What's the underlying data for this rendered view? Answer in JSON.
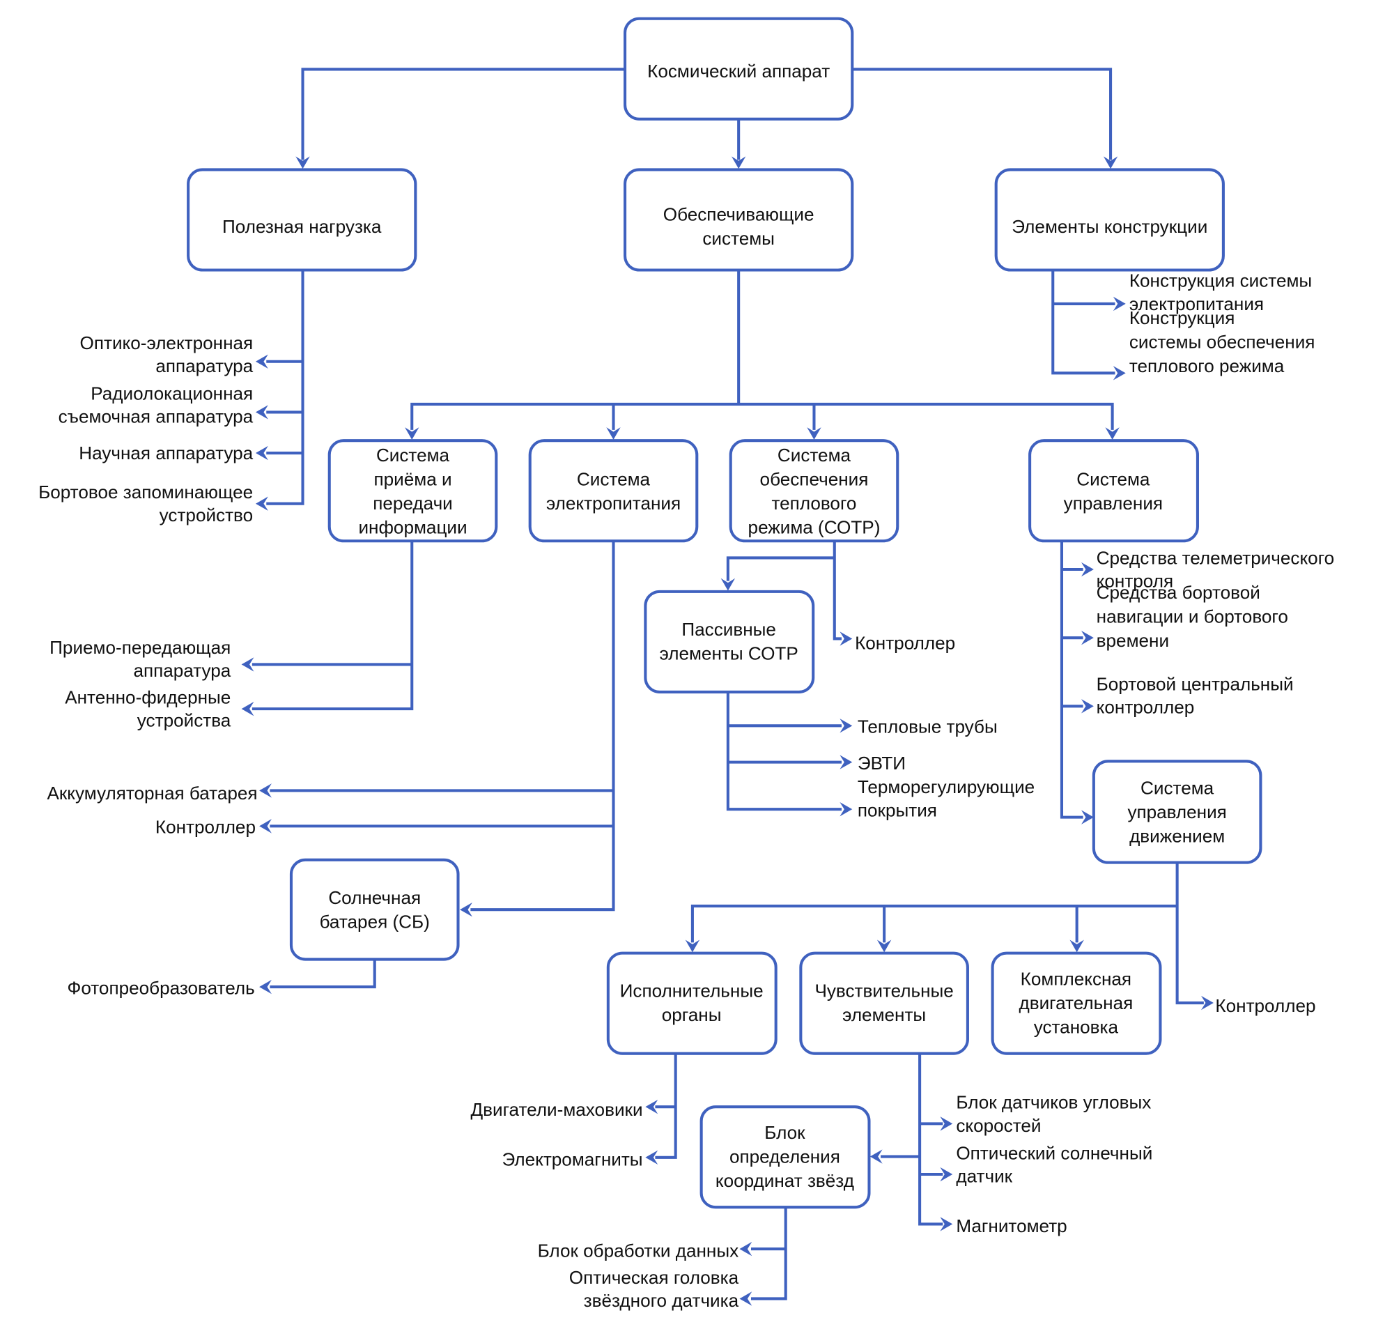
{
  "diagram": {
    "title": "Космический аппарат",
    "colors": {
      "line": "#3f61bf",
      "text": "#111111",
      "background": "#ffffff"
    },
    "level1": {
      "payload": {
        "label": [
          "Полезная нагрузка"
        ],
        "children": [
          [
            "Оптико-электронная",
            "аппаратура"
          ],
          [
            "Радиолокационная",
            "съемочная аппаратура"
          ],
          [
            "Научная аппаратура"
          ],
          [
            "Бортовое запоминающее",
            "устройство"
          ]
        ]
      },
      "support": {
        "label": [
          "Обеспечивающие",
          "системы"
        ]
      },
      "structure": {
        "label": [
          "Элементы конструкции"
        ],
        "children": [
          [
            "Конструкция системы",
            "электропитания"
          ],
          [
            "Конструкция",
            "системы обеспечения",
            "теплового режима"
          ]
        ]
      }
    },
    "support_systems": {
      "comms": {
        "label": [
          "Система",
          "приёма  и",
          "передачи",
          "информации"
        ],
        "children": [
          [
            "Приемо-передающая",
            "аппаратура"
          ],
          [
            "Антенно-фидерные",
            "устройства"
          ]
        ]
      },
      "power": {
        "label": [
          "Система",
          "электропитания"
        ],
        "children": [
          [
            "Аккумуляторная батарея"
          ],
          [
            "Контроллер"
          ]
        ],
        "solar": {
          "label": [
            "Солнечная",
            "батарея (СБ)"
          ],
          "children": [
            [
              "Фотопреобразователь"
            ]
          ]
        }
      },
      "thermal": {
        "label": [
          "Система",
          "обеспечения",
          "теплового",
          "режима (СОТР)"
        ],
        "controller": [
          "Контроллер"
        ],
        "passive": {
          "label": [
            "Пассивные",
            "элементы СОТР"
          ],
          "children": [
            [
              "Тепловые трубы"
            ],
            [
              "ЭВТИ"
            ],
            [
              "Терморегулирующие",
              "покрытия"
            ]
          ]
        }
      },
      "control": {
        "label": [
          "Система",
          "управления"
        ],
        "children": [
          [
            "Средства телеметрического",
            "контроля"
          ],
          [
            "Средства бортовой",
            "навигации и бортового",
            "времени"
          ],
          [
            "Бортовой центральный",
            "контроллер"
          ]
        ],
        "motion": {
          "label": [
            "Система",
            "управления",
            "движением"
          ],
          "controller": [
            "Контроллер"
          ],
          "actuators": {
            "label": [
              "Исполнительные",
              "органы"
            ],
            "children": [
              [
                "Двигатели-маховики"
              ],
              [
                "Электромагниты"
              ]
            ]
          },
          "sensors": {
            "label": [
              "Чувствительные",
              "элементы"
            ],
            "children": [
              [
                "Блок датчиков угловых",
                "скоростей"
              ],
              [
                "Оптический солнечный",
                "датчик"
              ],
              [
                "Магнитометр"
              ]
            ],
            "star_tracker": {
              "label": [
                "Блок",
                "определения",
                "координат звёзд"
              ],
              "children": [
                [
                  "Блок обработки данных"
                ],
                [
                  "Оптическая головка",
                  "звёздного датчика"
                ]
              ]
            }
          },
          "propulsion": {
            "label": [
              "Комплексная",
              "двигательная",
              "установка"
            ]
          }
        }
      }
    }
  }
}
